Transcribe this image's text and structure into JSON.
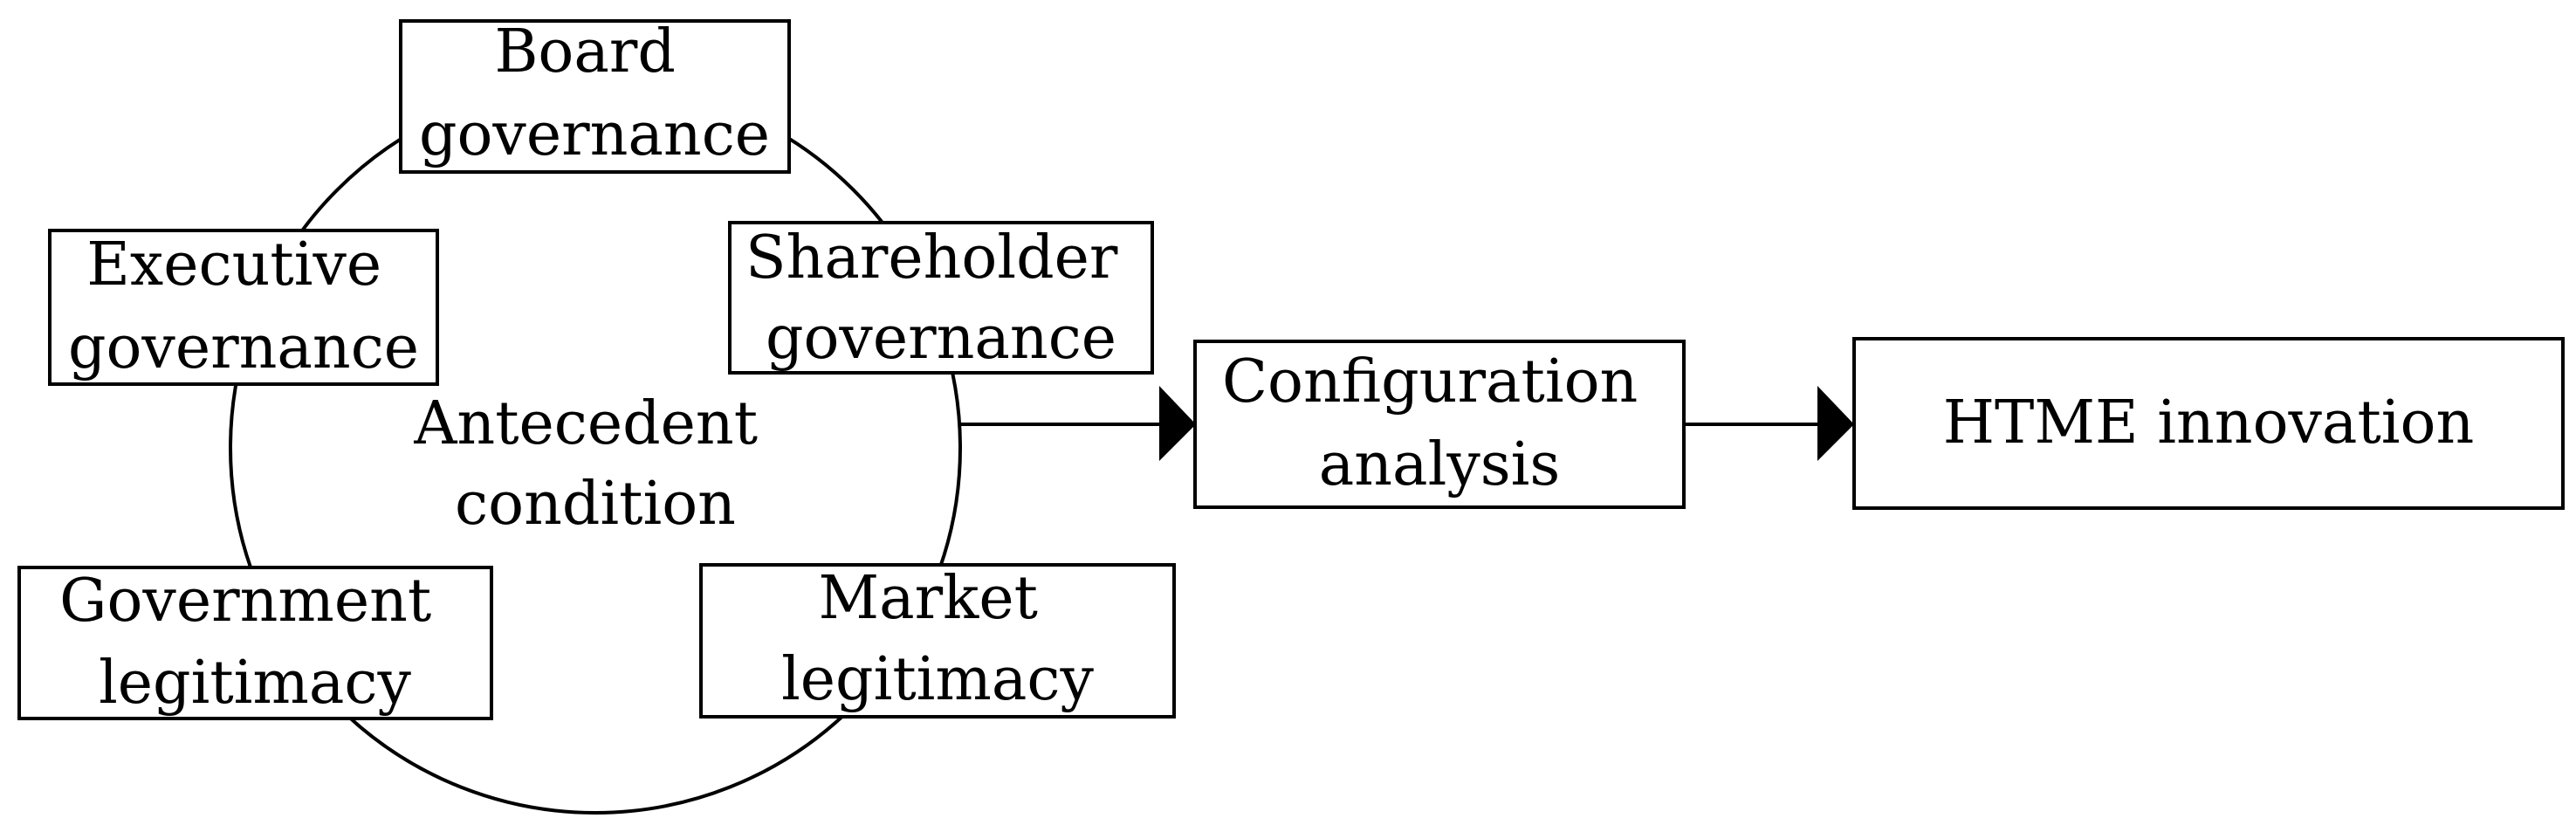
{
  "diagram": {
    "cycle": {
      "label_lines": [
        "Antecedent",
        "condition"
      ]
    },
    "conditions": [
      {
        "id": "board",
        "lines": [
          "Board",
          "governance"
        ]
      },
      {
        "id": "shareholder",
        "lines": [
          "Shareholder",
          "governance"
        ]
      },
      {
        "id": "executive",
        "lines": [
          "Executive",
          "governance"
        ]
      },
      {
        "id": "government",
        "lines": [
          "Government",
          "legitimacy"
        ]
      },
      {
        "id": "market",
        "lines": [
          "Market",
          "legitimacy"
        ]
      }
    ],
    "analysis": {
      "lines": [
        "Configuration",
        "analysis"
      ]
    },
    "outcome": {
      "lines": [
        "HTME innovation"
      ]
    },
    "colors": {
      "stroke": "#000000",
      "background": "#ffffff",
      "text": "#000000"
    }
  }
}
